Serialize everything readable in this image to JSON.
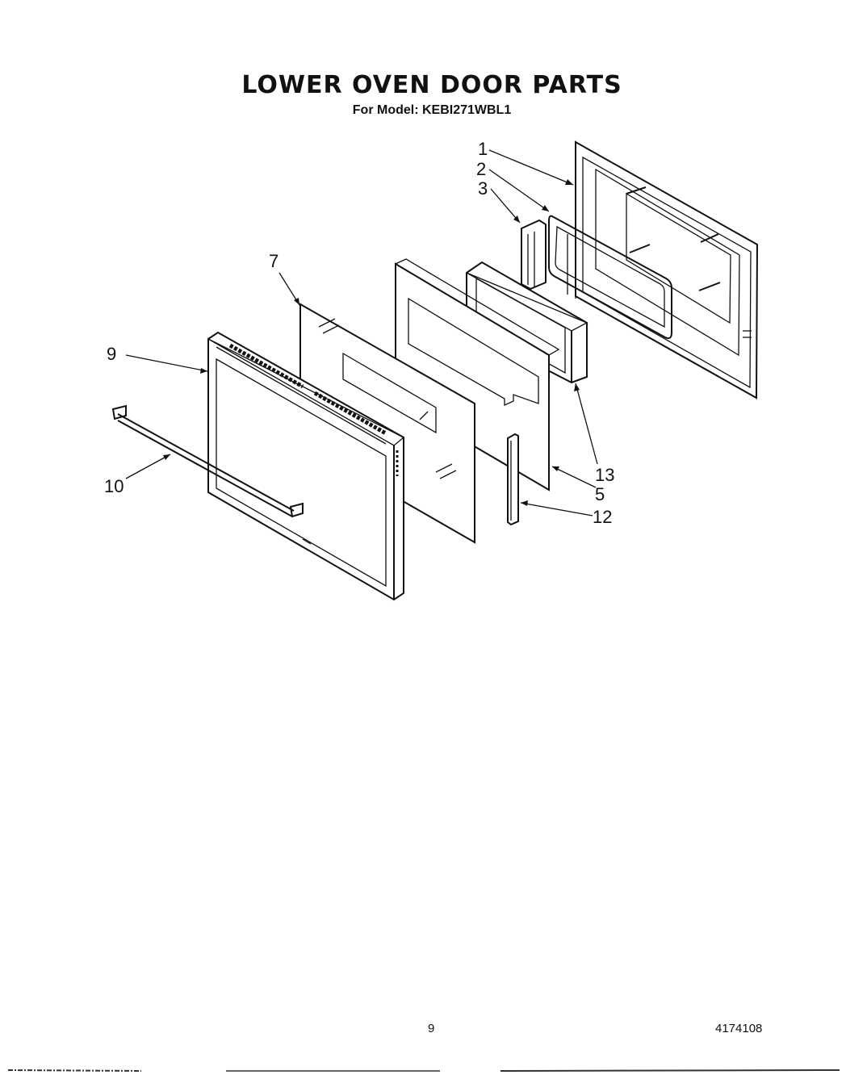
{
  "header": {
    "title": "LOWER OVEN DOOR PARTS",
    "subtitle": "For Model: KEBI271WBL1"
  },
  "callouts": {
    "p1": "1",
    "p2": "2",
    "p3": "3",
    "p5": "5",
    "p7": "7",
    "p9": "9",
    "p10": "10",
    "p12": "12",
    "p13": "13"
  },
  "footer": {
    "page_number": "9",
    "document_number": "4174108"
  }
}
